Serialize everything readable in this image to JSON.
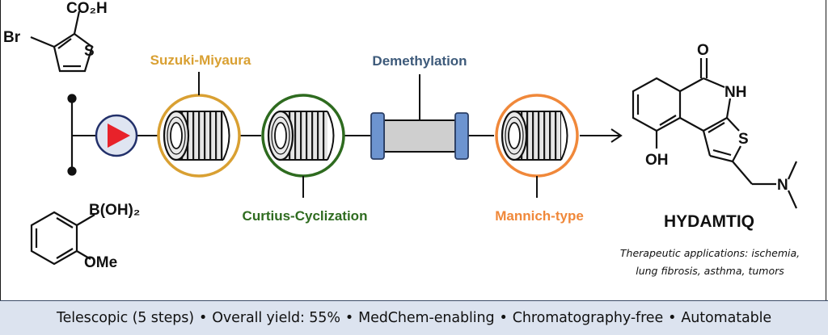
{
  "reagents": {
    "top": {
      "substituent_top": "CO₂H",
      "substituent_left": "Br",
      "ring_atom": "S"
    },
    "bottom": {
      "substituent_top": "B(OH)₂",
      "substituent_bottom": "OMe"
    }
  },
  "steps": [
    {
      "label": "Suzuki-Miyaura",
      "color": "#d9a032"
    },
    {
      "label": "Curtius-Cyclization",
      "color": "#2e6b1f"
    },
    {
      "label": "Demethylation",
      "color": "#3d5a7a"
    },
    {
      "label": "Mannich-type",
      "color": "#f0883a"
    }
  ],
  "product": {
    "atoms": {
      "o": "O",
      "nh": "NH",
      "s": "S",
      "oh": "OH",
      "n": "N"
    },
    "name": "HYDAMTIQ",
    "applications_line1": "Therapeutic applications: ischemia,",
    "applications_line2": "lung fibrosis, asthma, tumors"
  },
  "footer": {
    "items": [
      "Telescopic (5 steps)",
      "Overall yield: 55%",
      "MedChem-enabling",
      "Chromatography-free",
      "Automatable"
    ],
    "separator": "•"
  },
  "colors": {
    "pump_red": "#e8222a",
    "pump_ring": "#22306a",
    "tube_gray": "#cfcfcf",
    "tube_cap": "#6d94d0",
    "footer_bg": "#dce3ef"
  }
}
